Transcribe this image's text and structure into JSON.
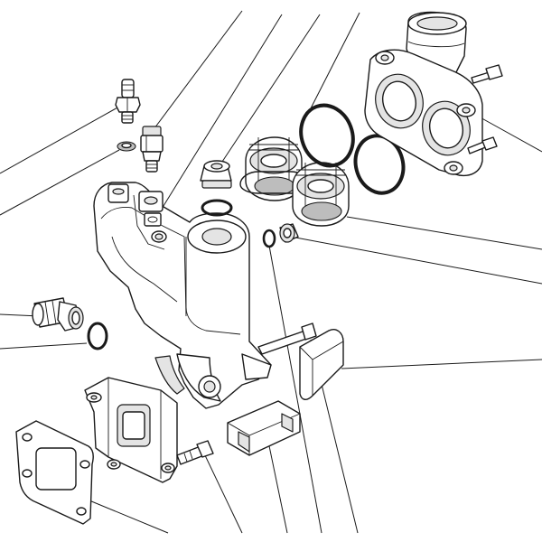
{
  "diagram": {
    "kind": "exploded-parts-view",
    "background": "#ffffff",
    "line_color": "#1a1a1a",
    "parts": [
      {
        "id": "bleed-screw"
      },
      {
        "id": "small-seal-ring"
      },
      {
        "id": "temperature-sensor"
      },
      {
        "id": "coolant-housing"
      },
      {
        "id": "threaded-plug"
      },
      {
        "id": "plug-seal-ring"
      },
      {
        "id": "thermostat-1"
      },
      {
        "id": "thermostat-2"
      },
      {
        "id": "large-o-ring-1"
      },
      {
        "id": "large-o-ring-2"
      },
      {
        "id": "thermostat-cover"
      },
      {
        "id": "cover-bolt"
      },
      {
        "id": "small-o-ring"
      },
      {
        "id": "small-plug"
      },
      {
        "id": "hose-connector"
      },
      {
        "id": "connector-o-ring"
      },
      {
        "id": "gasket"
      },
      {
        "id": "flange-bolt-lower"
      },
      {
        "id": "long-bolt"
      },
      {
        "id": "support-bracket"
      },
      {
        "id": "wedge-block"
      }
    ]
  }
}
